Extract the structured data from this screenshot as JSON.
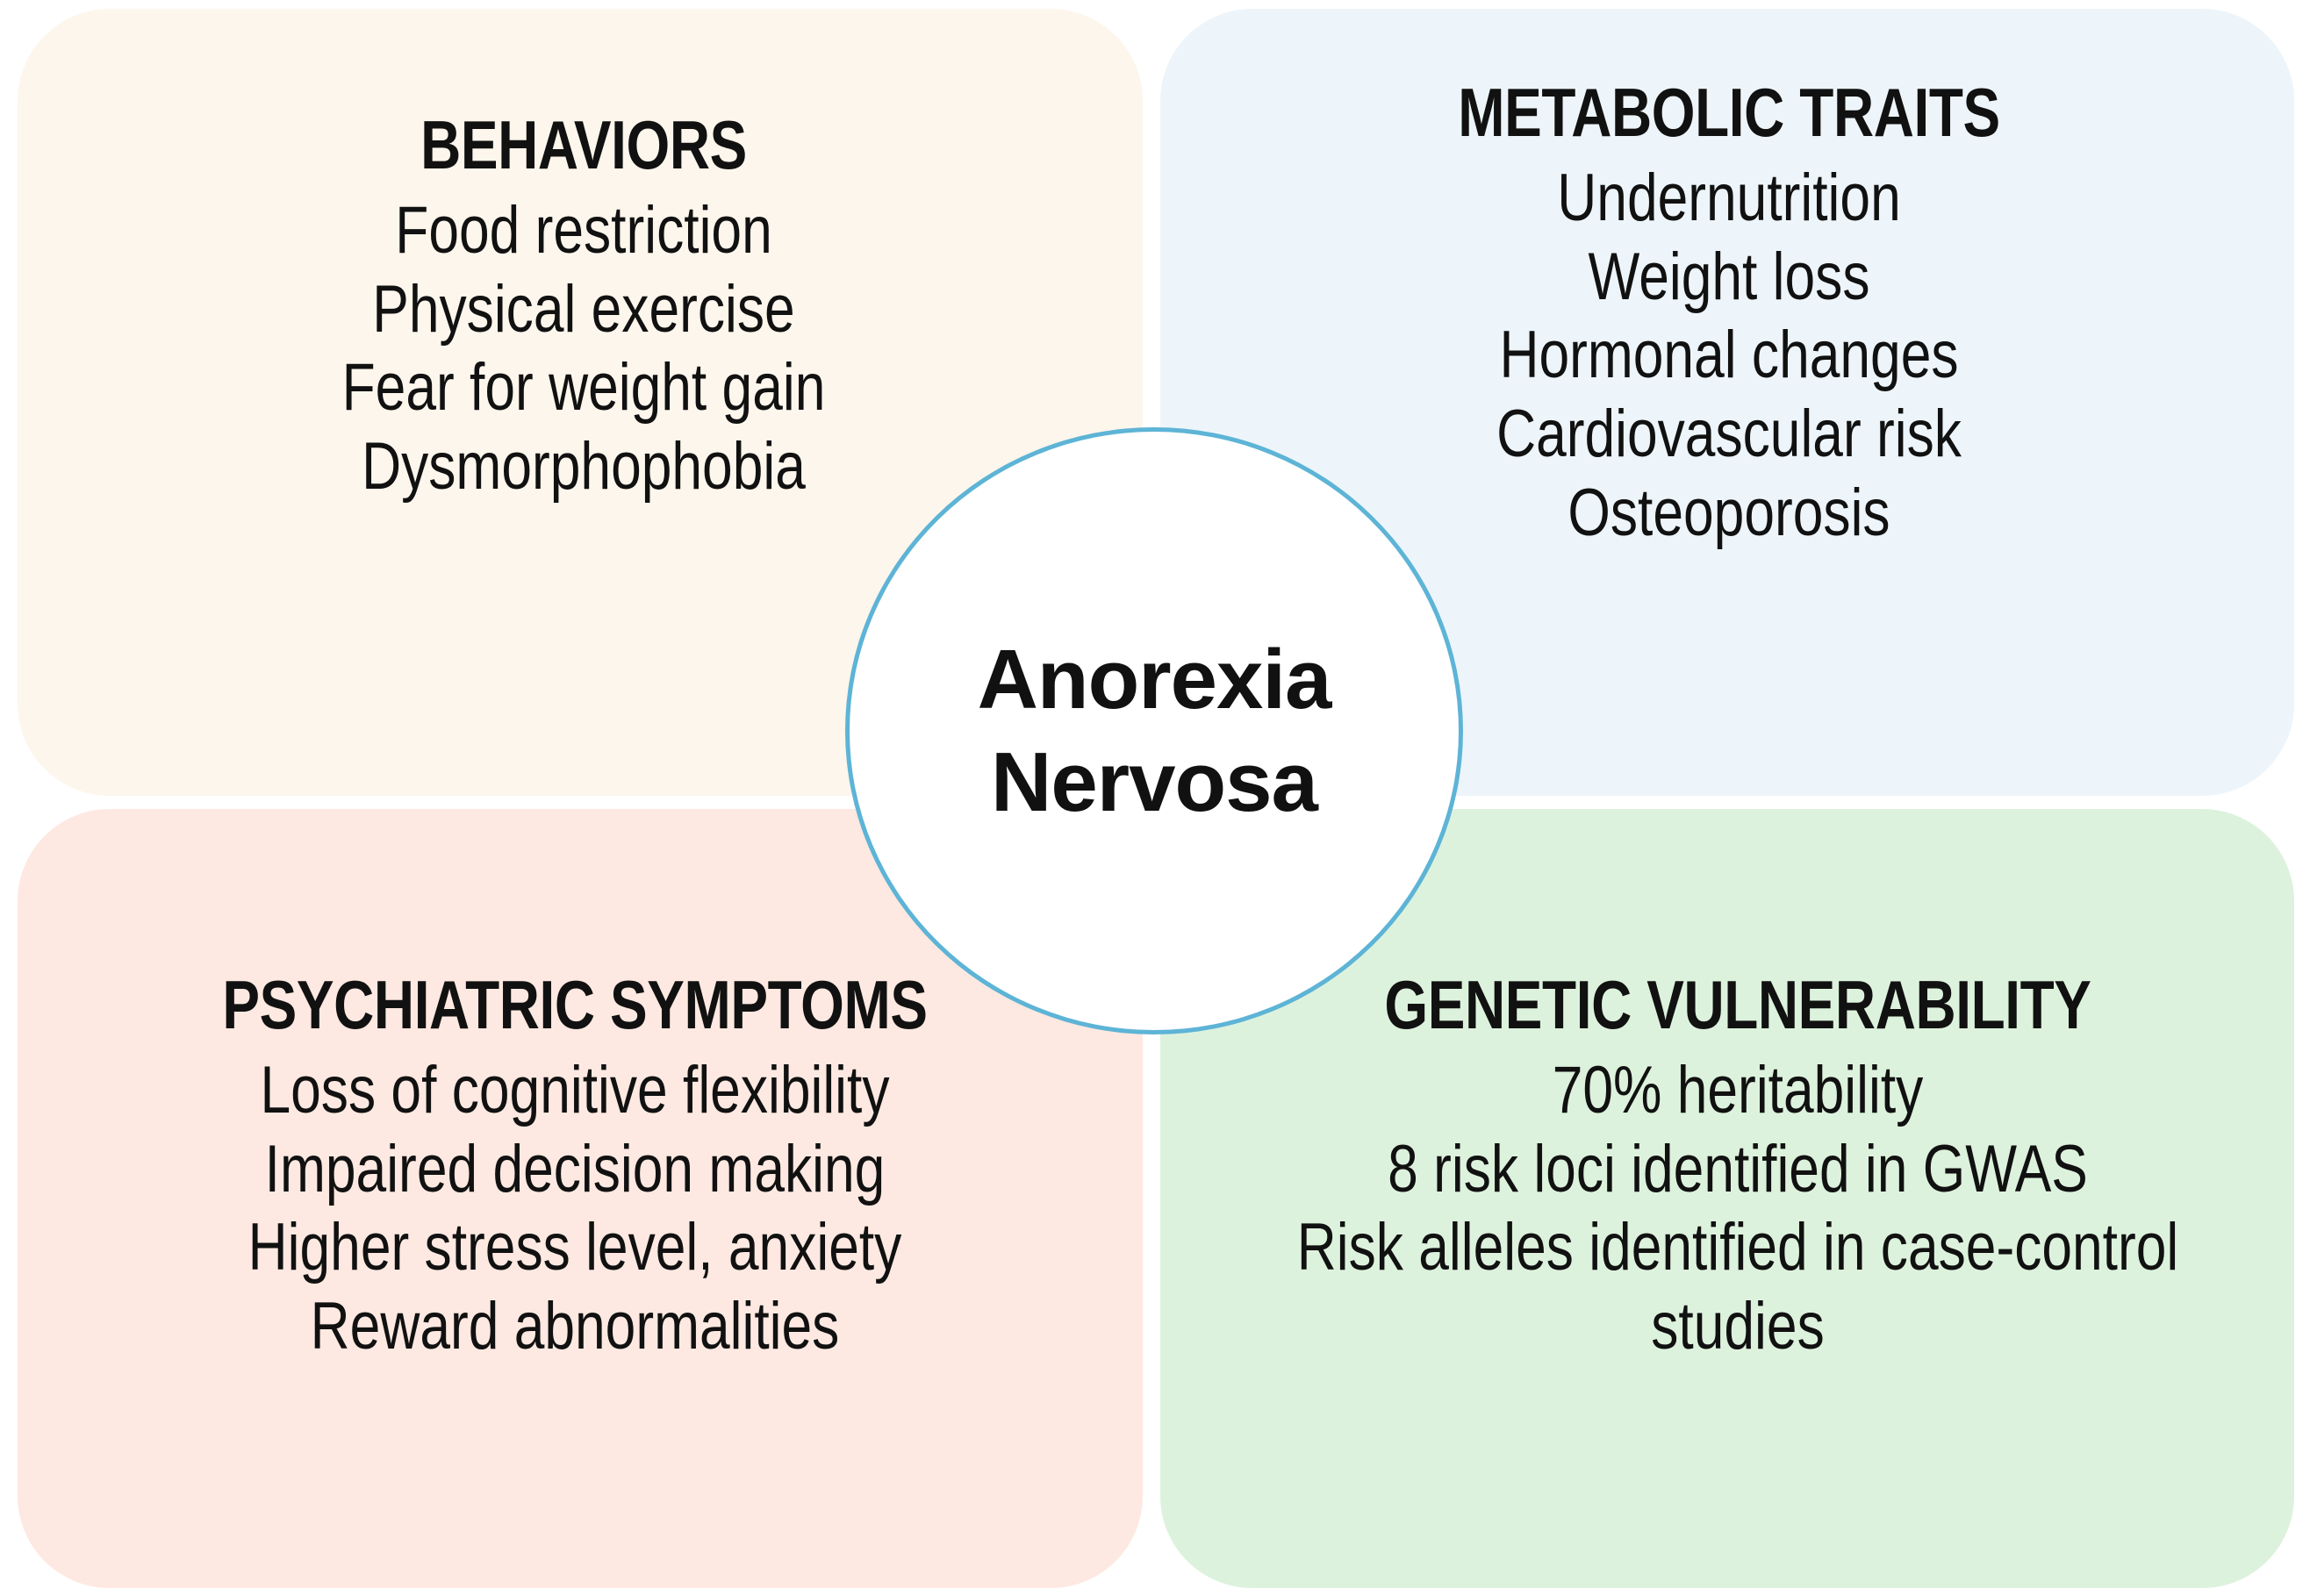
{
  "diagram": {
    "center": {
      "label": "Anorexia\nNervosa",
      "shape": "circle",
      "fill_color": "#FFFFFF",
      "border_color": "#5DB4D6"
    },
    "quadrants": [
      {
        "position": "top-left",
        "title": "BEHAVIORS",
        "fill_color": "#FDF6EC",
        "items": [
          "Food restriction",
          "Physical exercise",
          "Fear for weight gain",
          "Dysmorphophobia"
        ]
      },
      {
        "position": "top-right",
        "title": "METABOLIC TRAITS",
        "fill_color": "#EDF5FA",
        "items": [
          "Undernutrition",
          "Weight loss",
          "Hormonal changes",
          "Cardiovascular risk",
          "Osteoporosis"
        ]
      },
      {
        "position": "bottom-left",
        "title": "PSYCHIATRIC SYMPTOMS",
        "fill_color": "#FDE9E1",
        "items": [
          "Loss of cognitive flexibility",
          "Impaired decision making",
          "Higher stress level, anxiety",
          "Reward abnormalities"
        ]
      },
      {
        "position": "bottom-right",
        "title": "GENETIC VULNERABILITY",
        "fill_color": "#DDF2DD",
        "items": [
          "70% heritability",
          "8 risk loci identified in GWAS",
          "Risk alleles identified in case-control studies"
        ]
      }
    ]
  }
}
